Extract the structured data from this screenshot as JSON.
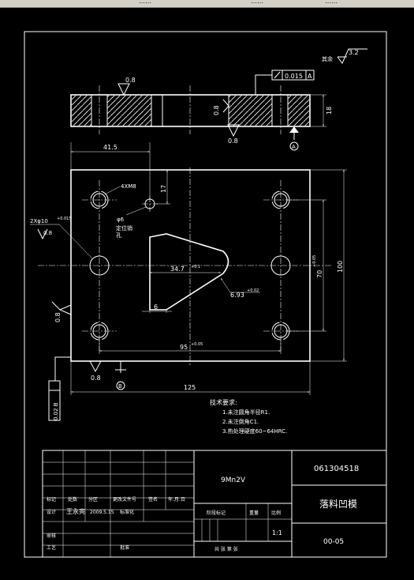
{
  "topbar": {
    "tabs": [
      "……",
      "……",
      "……"
    ]
  },
  "colors": {
    "background": "#000000",
    "lines": "#ffffff",
    "toolbar": "#d4d0c8"
  },
  "drawing": {
    "surface_finish_rest_label": "其余",
    "surface_finish_rest_value": "3.2",
    "top_view": {
      "roughness_left": "0.8",
      "flatness_tolerance": "0.015",
      "flatness_datum": "A",
      "roughness_side": "0.8",
      "roughness_bottom": "0.8",
      "thickness": "18",
      "datum_label": "A"
    },
    "dim_41_5": "41.5",
    "hole_label_m8": "4XM8",
    "dim_17": "17",
    "pin_hole_dia": "φ6",
    "pin_hole_note_1": "定位销",
    "pin_hole_note_2": "孔",
    "dowel_hole_label": "2Xφ10",
    "dowel_hole_tol": "+0.015",
    "dowel_hole_roughness": "0.8",
    "dim_34_7": "34.7",
    "dim_34_7_tol": "+0.1",
    "dim_6": "6",
    "dim_6_93": "6.93",
    "dim_6_93_tol": "+0.02",
    "dim_70": "70",
    "dim_70_tol": "+0.05",
    "dim_100": "100",
    "dim_95": "95",
    "dim_95_tol": "+0.05",
    "roughness_left_side": "0.8",
    "roughness_bottom_left": "0.8",
    "datum_b": "B",
    "datum_b_box": "0.02 B",
    "dim_125": "125",
    "tech_req_title": "技术要求:",
    "tech_req_1": "1.未注圆角半径R1.",
    "tech_req_2": "2.未注倒角C1.",
    "tech_req_3": "3.热处理硬度60~64HRC."
  },
  "title_block": {
    "material": "9Mn2V",
    "drawing_number": "061304518",
    "part_name": "落料凹模",
    "revision_code": "00-05",
    "scale": "1:1",
    "h_mark": "标记",
    "h_count": "处数",
    "h_zone": "分区",
    "h_change_doc": "更改文件号",
    "h_sign": "签名",
    "h_date": "年.月.日",
    "designer_role": "设计",
    "designer_name": "王永亮",
    "design_date": "2009.5.15",
    "standardize_role": "标准化",
    "stage_mark": "阶段标记",
    "weight": "重量",
    "scale_label": "比例",
    "reviewer_role": "审核",
    "process_role": "工艺",
    "approve_role": "批准",
    "sheet_info": "共 张 第 张"
  }
}
